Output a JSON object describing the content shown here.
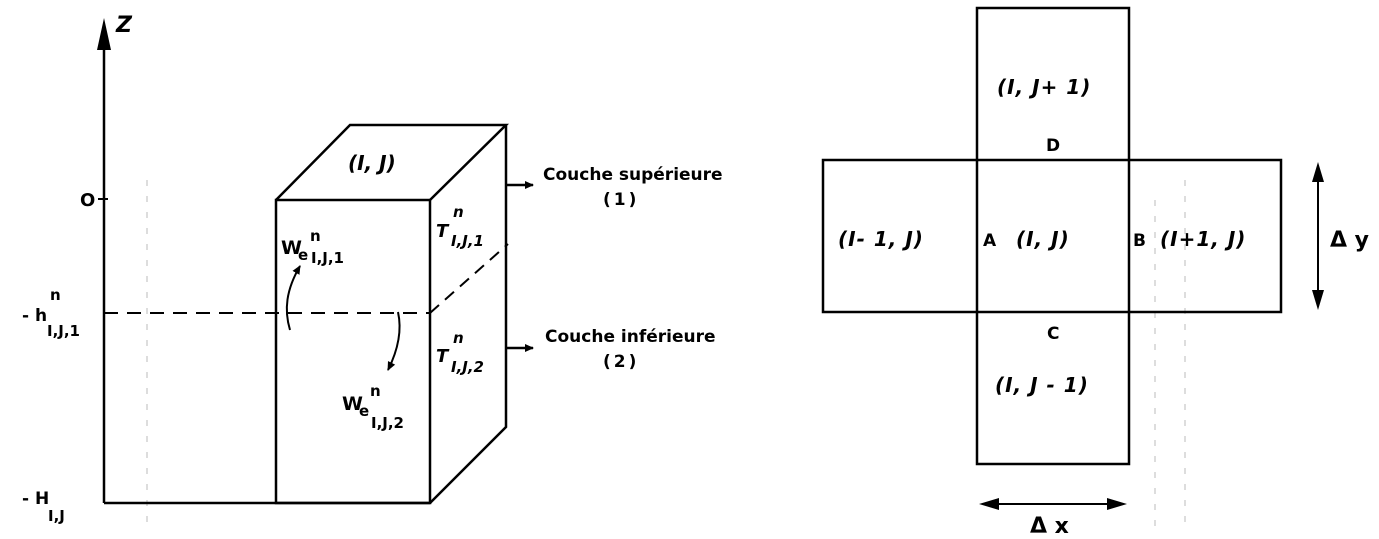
{
  "left": {
    "axis_z": "Z",
    "zero_label": "O",
    "h_main": "- h",
    "h_sup": "n",
    "h_sub": "I,J,1",
    "H_main": "- H",
    "H_sub": "I,J",
    "top_label": "(I, J)",
    "W1_main": "W",
    "W1_e": "e",
    "W1_sup": "n",
    "W1_sub": "I,J,1",
    "W2_main": "W",
    "W2_e": "e",
    "W2_sup": "n",
    "W2_sub": "I,J,2",
    "T1_main": "T",
    "T1_sup": "n",
    "T1_sub": "I,J,1",
    "T2_main": "T",
    "T2_sup": "n",
    "T2_sub": "I,J,2",
    "layer1_name": "Couche supérieure",
    "layer1_num": "(1)",
    "layer2_name": "Couche inférieure",
    "layer2_num": "(2)"
  },
  "right": {
    "cell_top": "(I, J+ 1)",
    "cell_left": "(I- 1, J)",
    "cell_center": "(I, J)",
    "cell_right": "(I+1, J)",
    "cell_bottom": "(I, J - 1)",
    "point_A": "A",
    "point_B": "B",
    "point_C": "C",
    "point_D": "D",
    "dy_label": "Δ y",
    "dx_label": "Δ x"
  }
}
